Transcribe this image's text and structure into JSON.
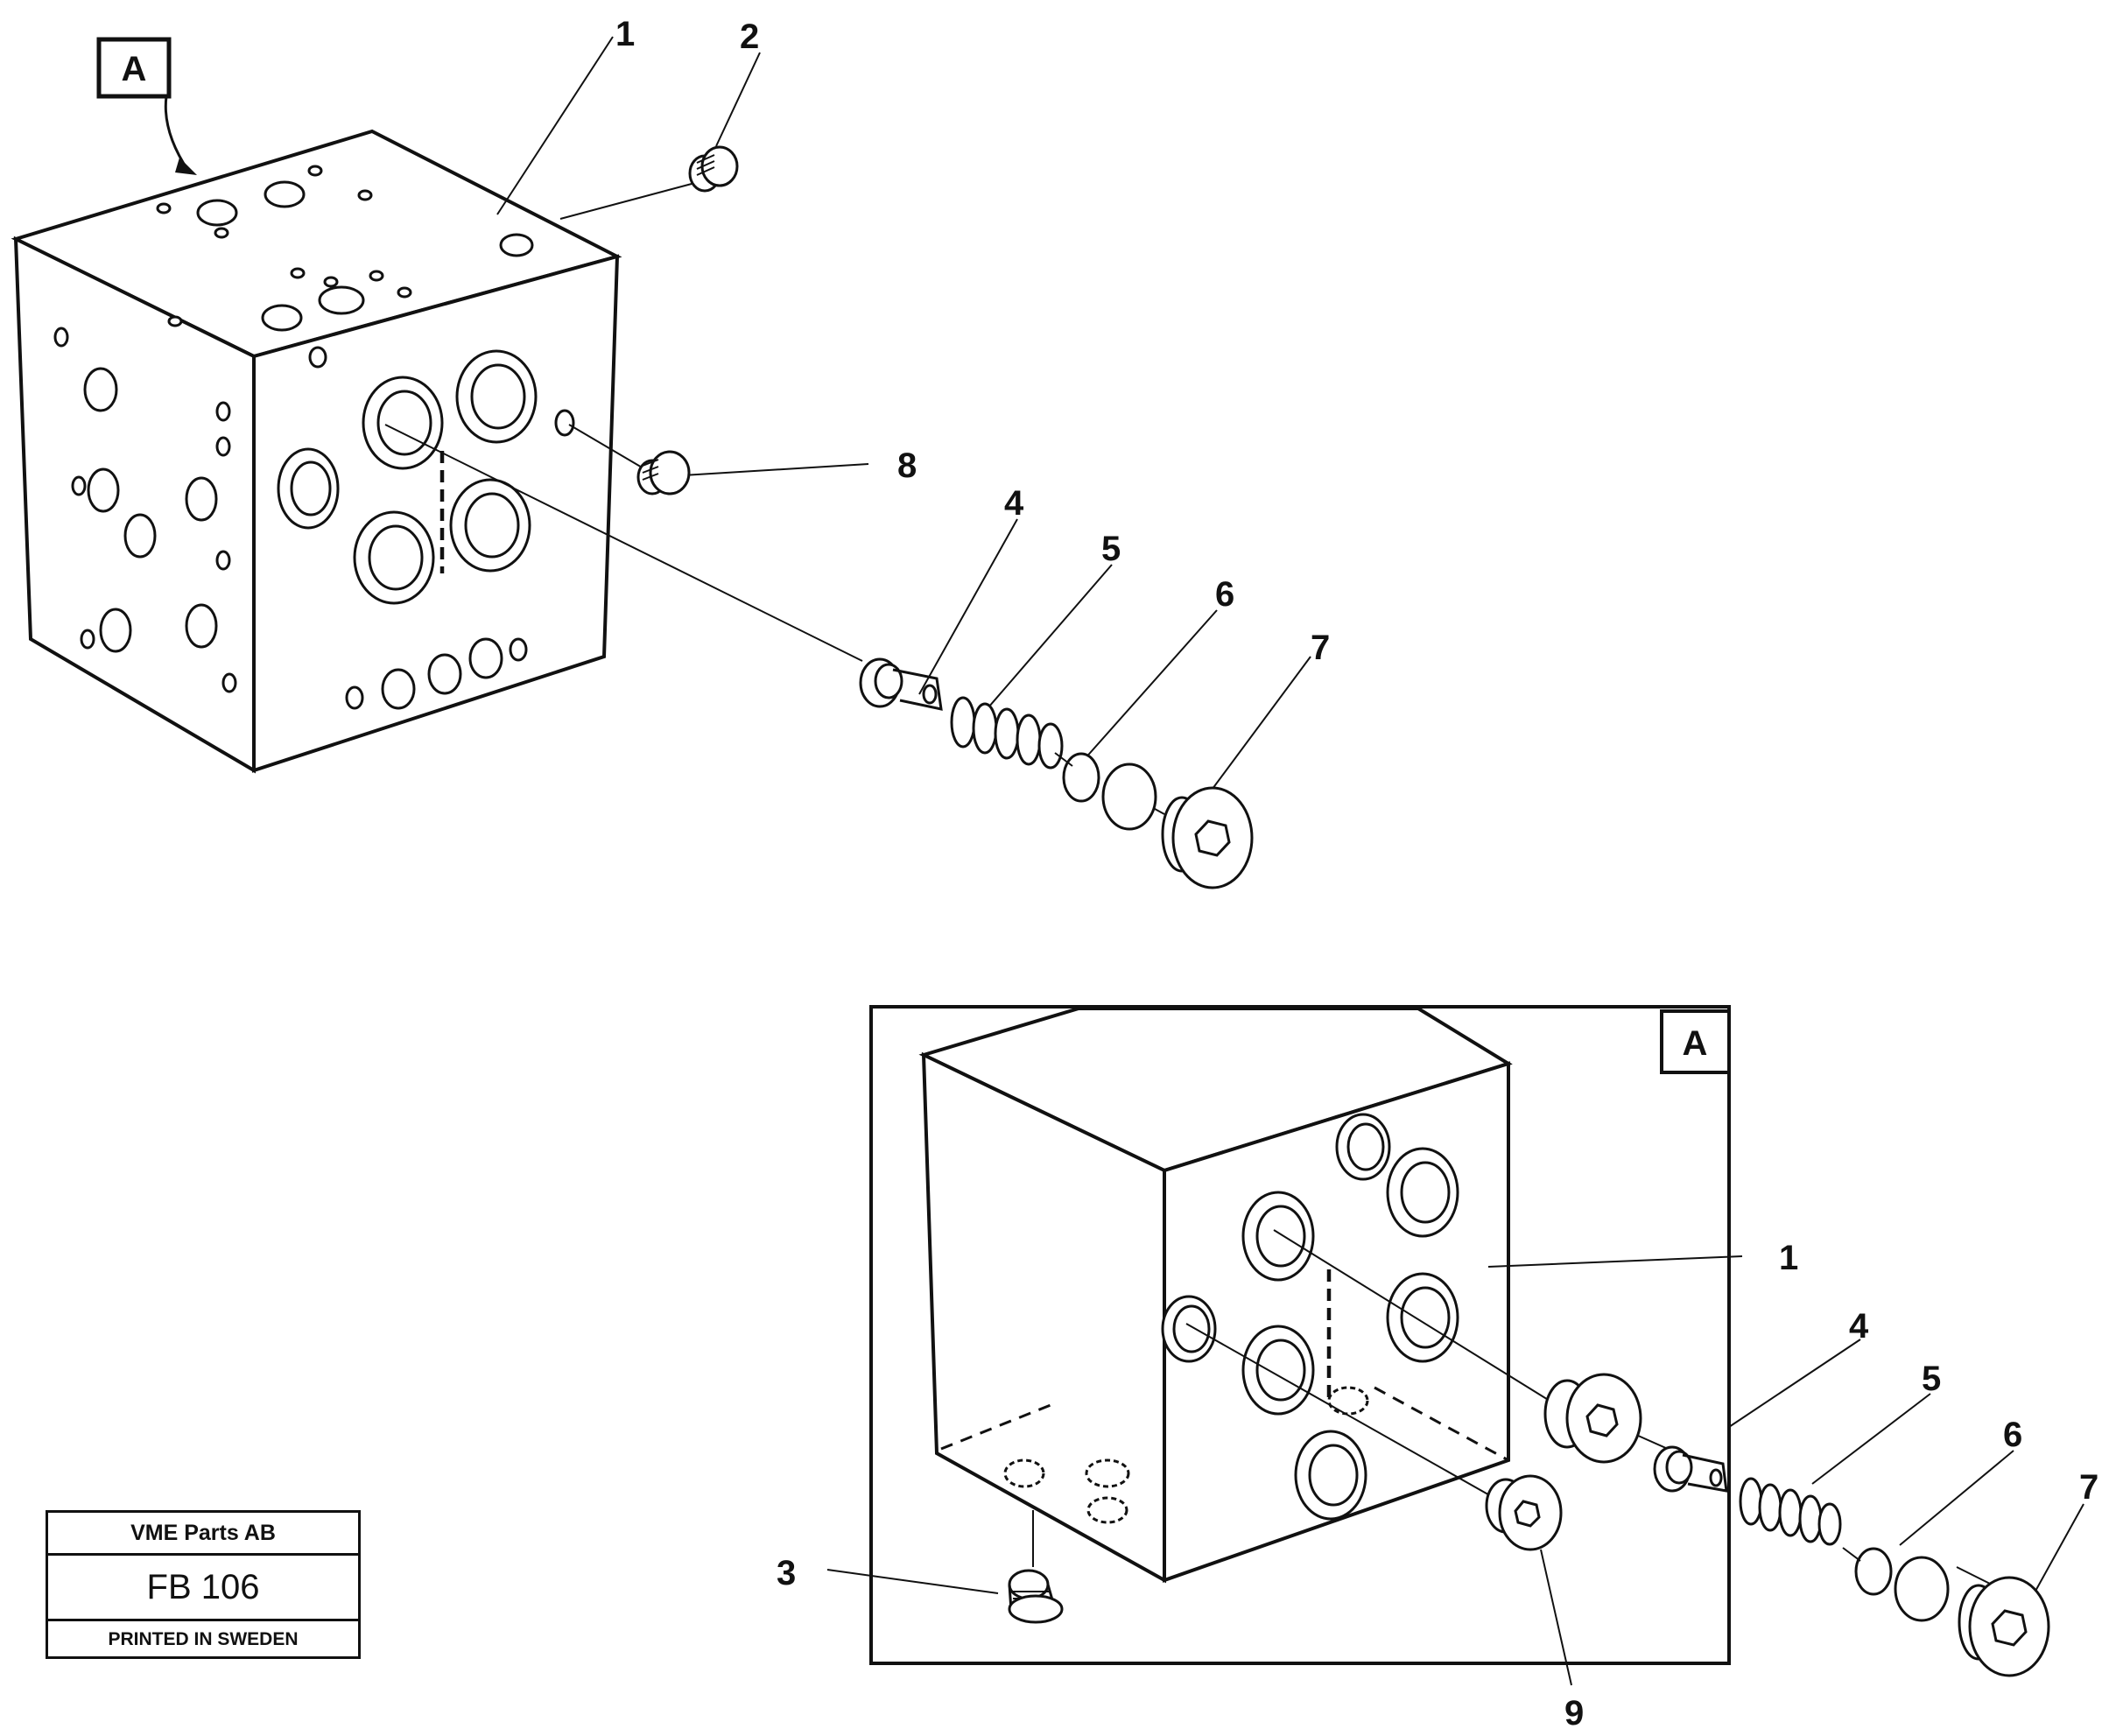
{
  "callouts": {
    "top_view_label": "A",
    "detail_view_label": "A",
    "top": {
      "p1": "1",
      "p2": "2",
      "p4": "4",
      "p5": "5",
      "p6": "6",
      "p7": "7",
      "p8": "8"
    },
    "detail": {
      "p1": "1",
      "p3": "3",
      "p4": "4",
      "p5": "5",
      "p6": "6",
      "p7": "7",
      "p9": "9"
    }
  },
  "title_block": {
    "company": "VME Parts AB",
    "code": "FB 106",
    "printed": "PRINTED IN SWEDEN"
  }
}
